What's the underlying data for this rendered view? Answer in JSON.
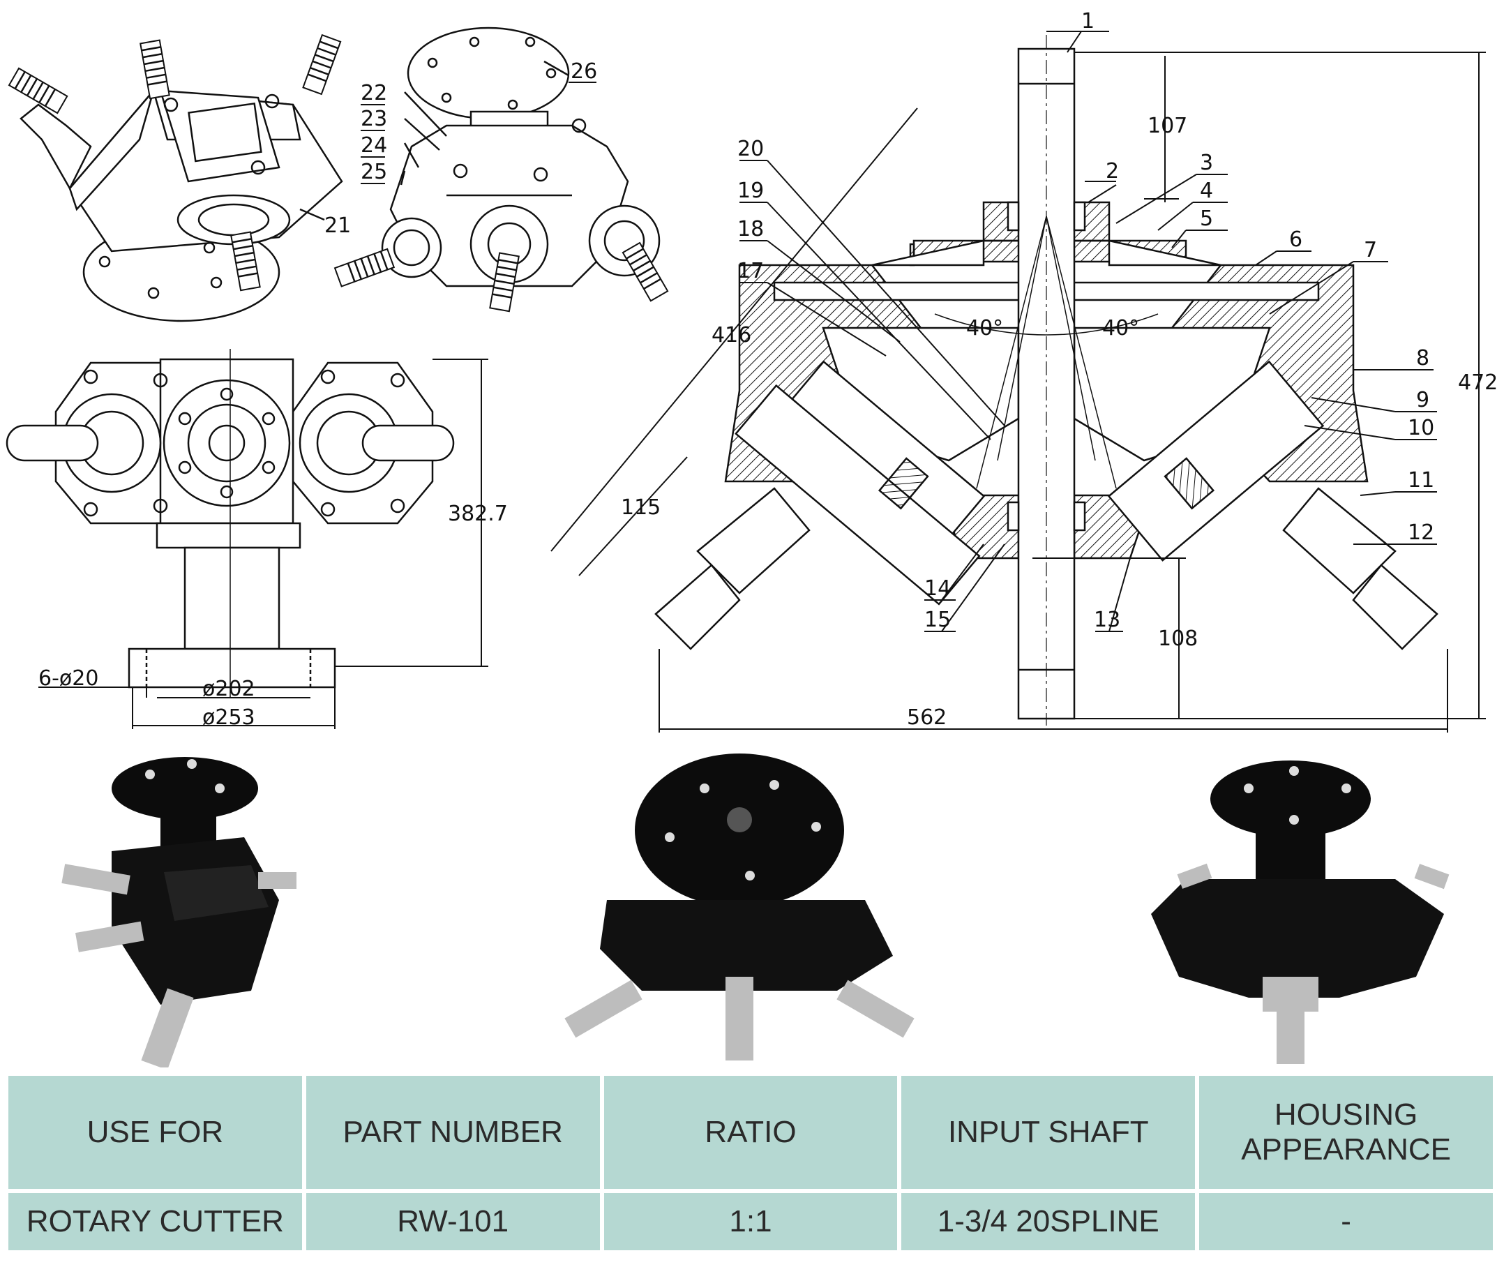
{
  "drawing": {
    "part_labels": [
      "1",
      "2",
      "3",
      "4",
      "5",
      "6",
      "7",
      "8",
      "9",
      "10",
      "11",
      "12",
      "13",
      "14",
      "15",
      "17",
      "18",
      "19",
      "20",
      "21",
      "22",
      "23",
      "24",
      "25",
      "26"
    ],
    "dimensions": {
      "d107": "107",
      "d472": "472",
      "d416": "416",
      "d115": "115",
      "d108": "108",
      "d562": "562",
      "d382": "382.7",
      "holes": "6-ø20",
      "bolt_circle": "ø202",
      "flange": "ø253"
    },
    "angles": [
      "40°",
      "40°"
    ]
  },
  "table": {
    "headers": [
      "USE FOR",
      "PART NUMBER",
      "RATIO",
      "INPUT SHAFT",
      "HOUSING APPEARANCE"
    ],
    "row": [
      "ROTARY CUTTER",
      "RW-101",
      "1:1",
      "1-3/4 20SPLINE",
      "-"
    ]
  },
  "colors": {
    "table_bg": "#b5d8d2",
    "line": "#111111",
    "photo_body": "#0c0c0c",
    "spline": "#bdbdbd"
  }
}
